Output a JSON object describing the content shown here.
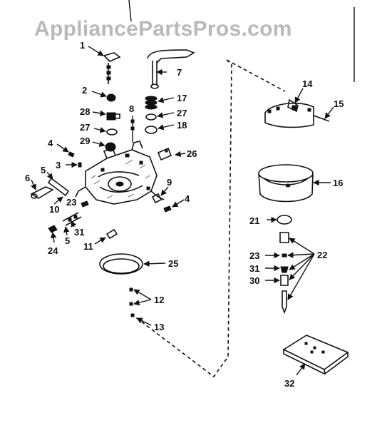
{
  "watermark": "AppliancePartsPros.com",
  "callouts": {
    "c1": "1",
    "c2": "2",
    "c3": "3",
    "c4a": "4",
    "c4b": "4",
    "c5a": "5",
    "c5b": "5",
    "c6": "6",
    "c7": "7",
    "c8": "8",
    "c9": "9",
    "c10": "10",
    "c11": "11",
    "c12": "12",
    "c13": "13",
    "c14": "14",
    "c15": "15",
    "c16": "16",
    "c17": "17",
    "c18": "18",
    "c21": "21",
    "c22": "22",
    "c23a": "23",
    "c23b": "23",
    "c24": "24",
    "c25": "25",
    "c26": "26",
    "c27a": "27",
    "c27b": "27",
    "c28": "28",
    "c29": "29",
    "c30": "30",
    "c31a": "31",
    "c31b": "31",
    "c32": "32"
  }
}
